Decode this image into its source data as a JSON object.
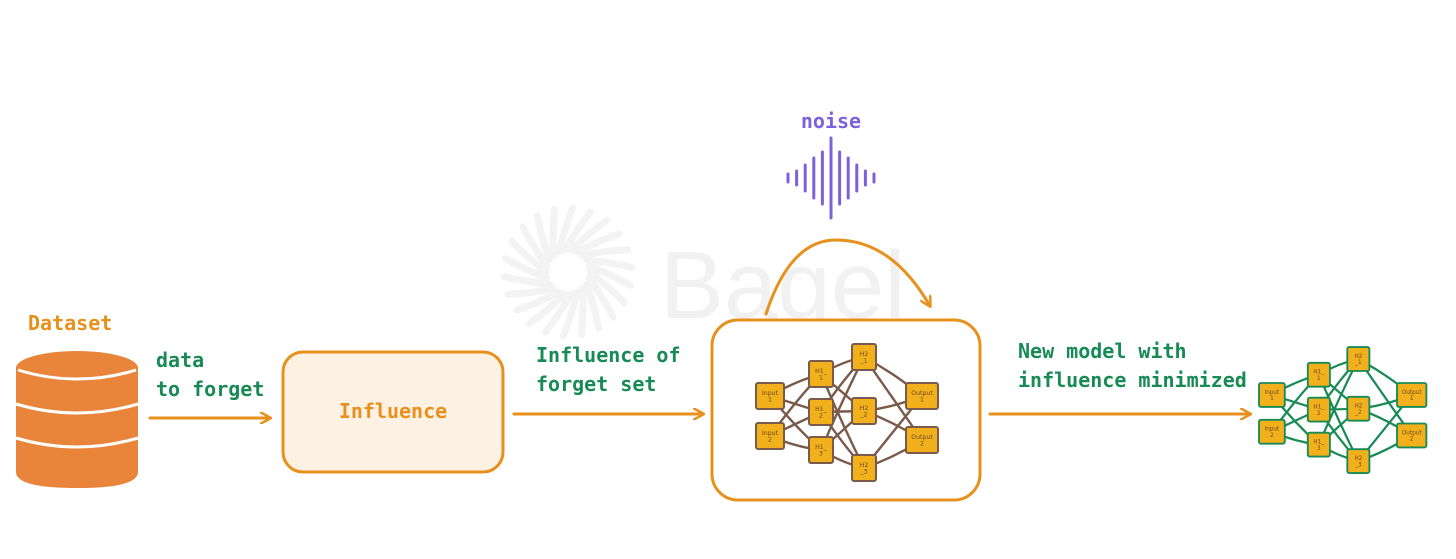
{
  "colors": {
    "orange": "#e8901c",
    "orange_fill": "#fdf1e3",
    "cylinder": "#e9853a",
    "green": "#178a55",
    "purple": "#7b62dc",
    "node_fill": "#f2b01c",
    "brown": "#7a5a4a",
    "watermark": "#f1f1f1"
  },
  "watermark": {
    "text": "Bagel"
  },
  "dataset": {
    "label": "Dataset"
  },
  "arrow1": {
    "line1": "data",
    "line2": "to forget"
  },
  "influence_box": {
    "label": "Influence"
  },
  "arrow2": {
    "line1": "Influence of",
    "line2": "forget set"
  },
  "noise": {
    "label": "noise"
  },
  "arrow3": {
    "line1": "New model with",
    "line2": "influence minimized"
  },
  "network_nodes": {
    "input1": "Input 1",
    "input2": "Input 2",
    "h1_1": "H1_ 1",
    "h1_2": "H1_ 2",
    "h1_3": "H1_ 3",
    "h2_1": "H2 _1",
    "h2_2": "H2 _2",
    "h2_3": "H2 _3",
    "out1": "Output 1",
    "out2": "Output 2"
  }
}
